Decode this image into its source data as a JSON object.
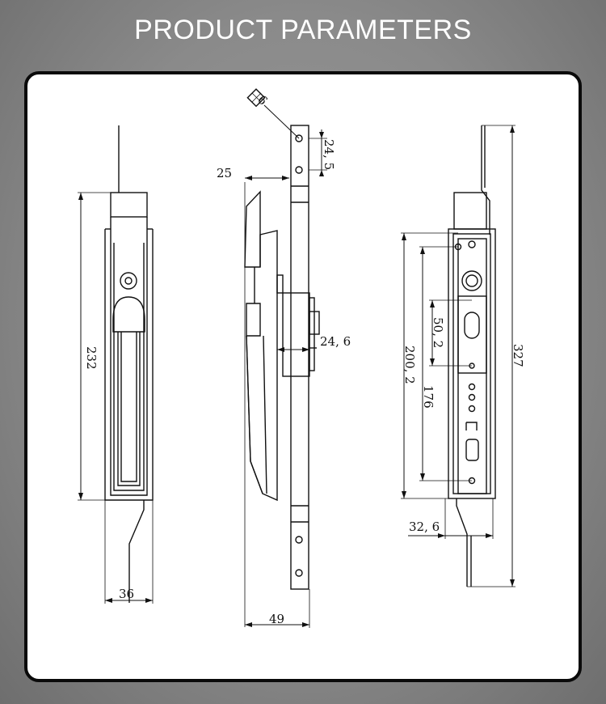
{
  "header": {
    "title": "PRODUCT PARAMETERS"
  },
  "dimensions": {
    "left_height": "232",
    "left_width": "36",
    "side_top_offset": "25",
    "side_hole_spacing": "24, 5",
    "side_body_depth": "24, 6",
    "side_total_width": "49",
    "square_drive": "6",
    "back_inner_small": "50, 2",
    "back_inner_mid": "200, 2",
    "back_inner_176": "176",
    "back_total_height": "327",
    "back_width": "32, 6"
  },
  "colors": {
    "line": "#111111",
    "background_panel": "#ffffff"
  }
}
